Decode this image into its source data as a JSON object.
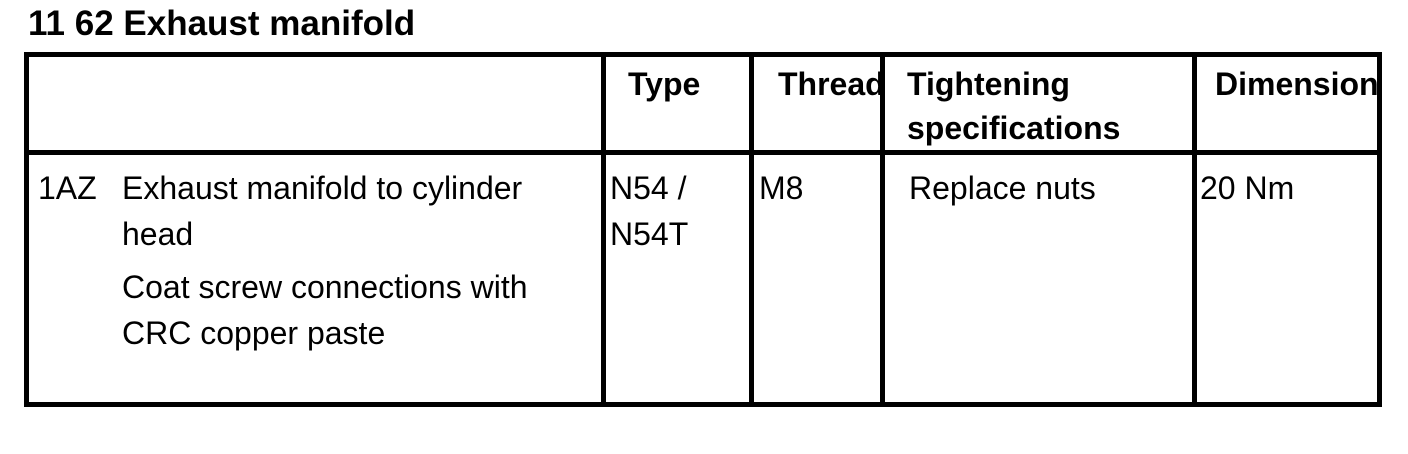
{
  "page": {
    "title": "11 62 Exhaust manifold"
  },
  "table": {
    "headers": {
      "blank": "",
      "type": "Type",
      "thread": "Thread",
      "tightening": "Tightening specifications",
      "dimension": "Dimension"
    },
    "row": {
      "code": "1AZ",
      "description": "Exhaust manifold to cylinder head",
      "note": "Coat screw connections with CRC copper paste",
      "type": "N54 / N54T",
      "thread": "M8",
      "tightening": "Replace nuts",
      "dimension": "20 Nm"
    }
  },
  "colors": {
    "background": "#ffffff",
    "text": "#000000",
    "border": "#000000"
  }
}
